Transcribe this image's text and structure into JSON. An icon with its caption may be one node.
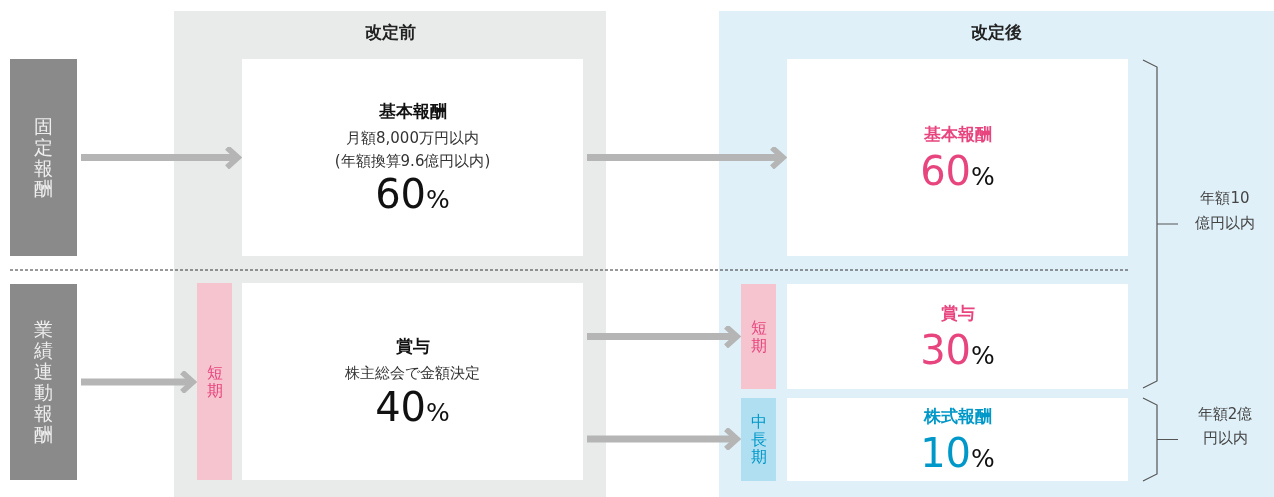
{
  "diagram": {
    "nodes": [
      {
        "text": [
          "固定報酬"
        ]
      },
      {
        "text": [
          "業績連動報酬"
        ]
      },
      {
        "text": [
          "改定前"
        ]
      },
      {
        "text": [
          "基本報酬",
          "月額8,000万円以内 (年額換算9.6億円以内)",
          "60%"
        ],
        "in": 2
      },
      {
        "text": [
          "短期"
        ],
        "in": 2
      },
      {
        "text": [
          "賞与",
          "株主総会で金額決定",
          "40%"
        ],
        "in": 2
      },
      {
        "text": [
          "改定後"
        ]
      },
      {
        "text": [
          "基本報酬",
          "60%"
        ],
        "in": 6
      },
      {
        "text": [
          "短期"
        ],
        "in": 6
      },
      {
        "text": [
          "賞与",
          "30%"
        ],
        "in": 6
      },
      {
        "text": [
          "中長期"
        ],
        "in": 6
      },
      {
        "text": [
          "株式報酬",
          "10%"
        ],
        "in": 6
      }
    ],
    "edges": [
      {
        "from": 0,
        "to": 3,
        "arrow": "to"
      },
      {
        "from": 1,
        "to": 4,
        "arrow": "to"
      },
      {
        "from": 3,
        "to": 7,
        "arrow": "to"
      },
      {
        "from": 5,
        "to": 8,
        "arrow": "to"
      },
      {
        "from": 5,
        "to": 10,
        "arrow": "to"
      }
    ],
    "labels": [
      "年額10億円以内",
      "年額2億円以内"
    ]
  }
}
